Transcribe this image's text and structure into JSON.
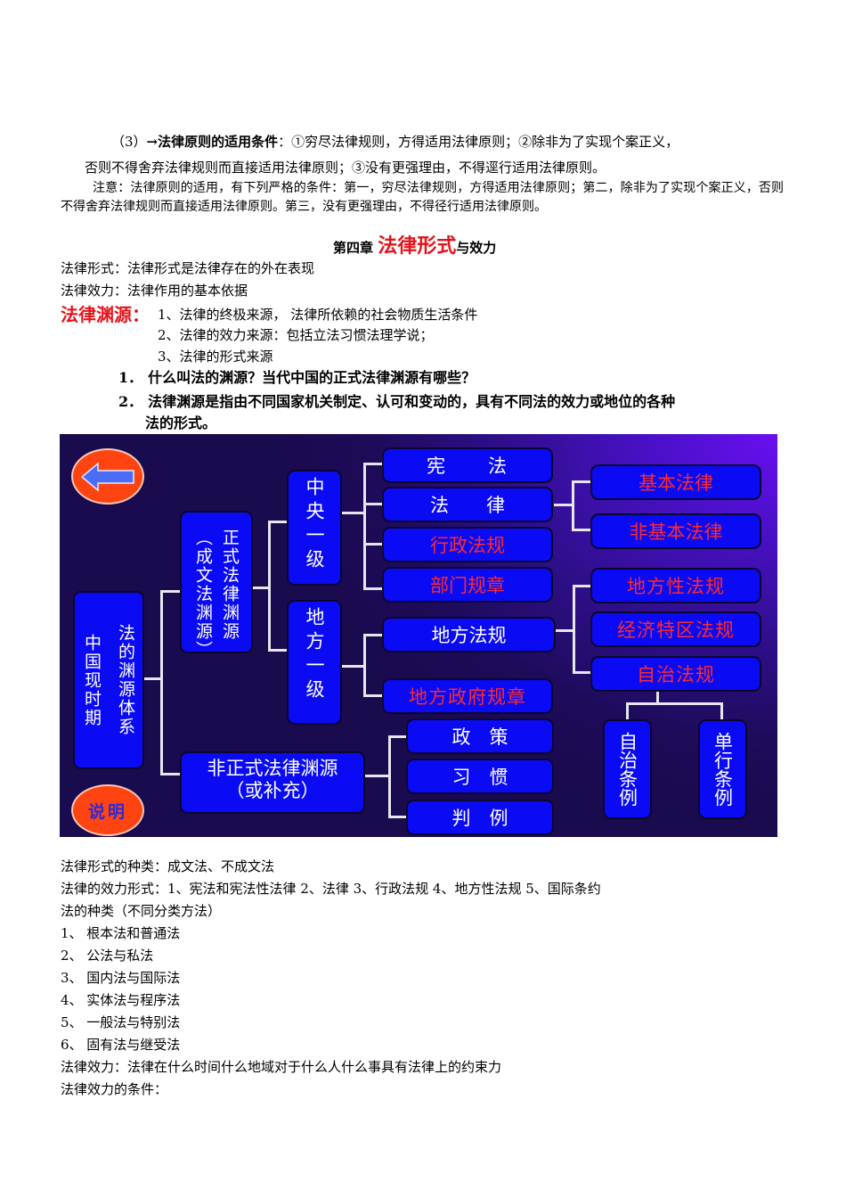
{
  "intro": {
    "line1_prefix": "（3）",
    "line1_bold": "→法律原则的适用条件",
    "line1_rest": "：①穷尽法律规则，方得适用法律原则；②除非为了实现个案正义，",
    "line2": "否则不得舍弃法律规则而直接适用法律原则；③没有更强理由，不得逕行适用法律原则。",
    "note": "注意：法律原则的适用，有下列严格的条件：第一，穷尽法律规则，方得适用法律原则；第二，除非为了实现个案正义，否则不得舍弃法律规则而直接适用法律原则。第三，没有更强理由，不得径行适用法律原则。"
  },
  "chapter": {
    "prefix": "第四章 ",
    "highlight": "法律形式",
    "suffix": "与效力"
  },
  "definitions": {
    "form": "法律形式：法律形式是法律存在的外在表现",
    "effect": "法律效力：法律作用的基本依据"
  },
  "sources": {
    "label": "法律渊源：",
    "items": [
      "1、法律的终极来源， 法律所依赖的社会物质生活条件",
      "2、法律的效力来源：包括立法习惯法理学说；",
      "3、法律的形式来源"
    ]
  },
  "questions": [
    {
      "num": "1．",
      "text": "什么叫法的渊源？当代中国的正式法律渊源有哪些？"
    },
    {
      "num": "2．",
      "text": "法律渊源是指由不同国家机关制定、认可和变动的，具有不同法的效力或地位的各种",
      "text2": "法的形式。"
    }
  ],
  "diagram": {
    "back_icon": "left-arrow-icon",
    "root": "中国现时期法的渊源体系",
    "root_col1": "法的渊源体系",
    "root_col2": "中国现时期",
    "formal_col1": "正式法律渊源",
    "formal_col2": "（成文法渊源）",
    "central": "中央一级",
    "local": "地方一级",
    "central_items": [
      "宪　　法",
      "法　　律",
      "行政法规",
      "部门规章"
    ],
    "law_children": [
      "基本法律",
      "非基本法律"
    ],
    "local_items": [
      "地方法规",
      "地方政府规章"
    ],
    "local_law_children": [
      "地方性法规",
      "经济特区法规",
      "自治法规"
    ],
    "autonomy_children": [
      "自治条例",
      "单行条例"
    ],
    "informal": "非正式法律渊源（或补充）",
    "informal_items": [
      "政　策",
      "习　惯",
      "判　例"
    ],
    "explain_button": "说明",
    "colors": {
      "box": "#0a0af5",
      "red_text": "#ff2a2a",
      "oval": "#ff4411"
    }
  },
  "after": {
    "form_types": "法律形式的种类：成文法、不成文法",
    "effect_forms": "法律的效力形式：1、宪法和宪法性法律 2、法律 3、行政法规 4、地方性法规 5、国际条约",
    "law_types_heading": "法的种类（不同分类方法）",
    "law_types": [
      "1、 根本法和普通法",
      "2、 公法与私法",
      "3、 国内法与国际法",
      "4、 实体法与程序法",
      "5、 一般法与特别法",
      "6、 固有法与继受法"
    ],
    "effect_def": "法律效力：法律在什么时间什么地域对于什么人什么事具有法律上的约束力",
    "effect_conditions": "法律效力的条件："
  }
}
